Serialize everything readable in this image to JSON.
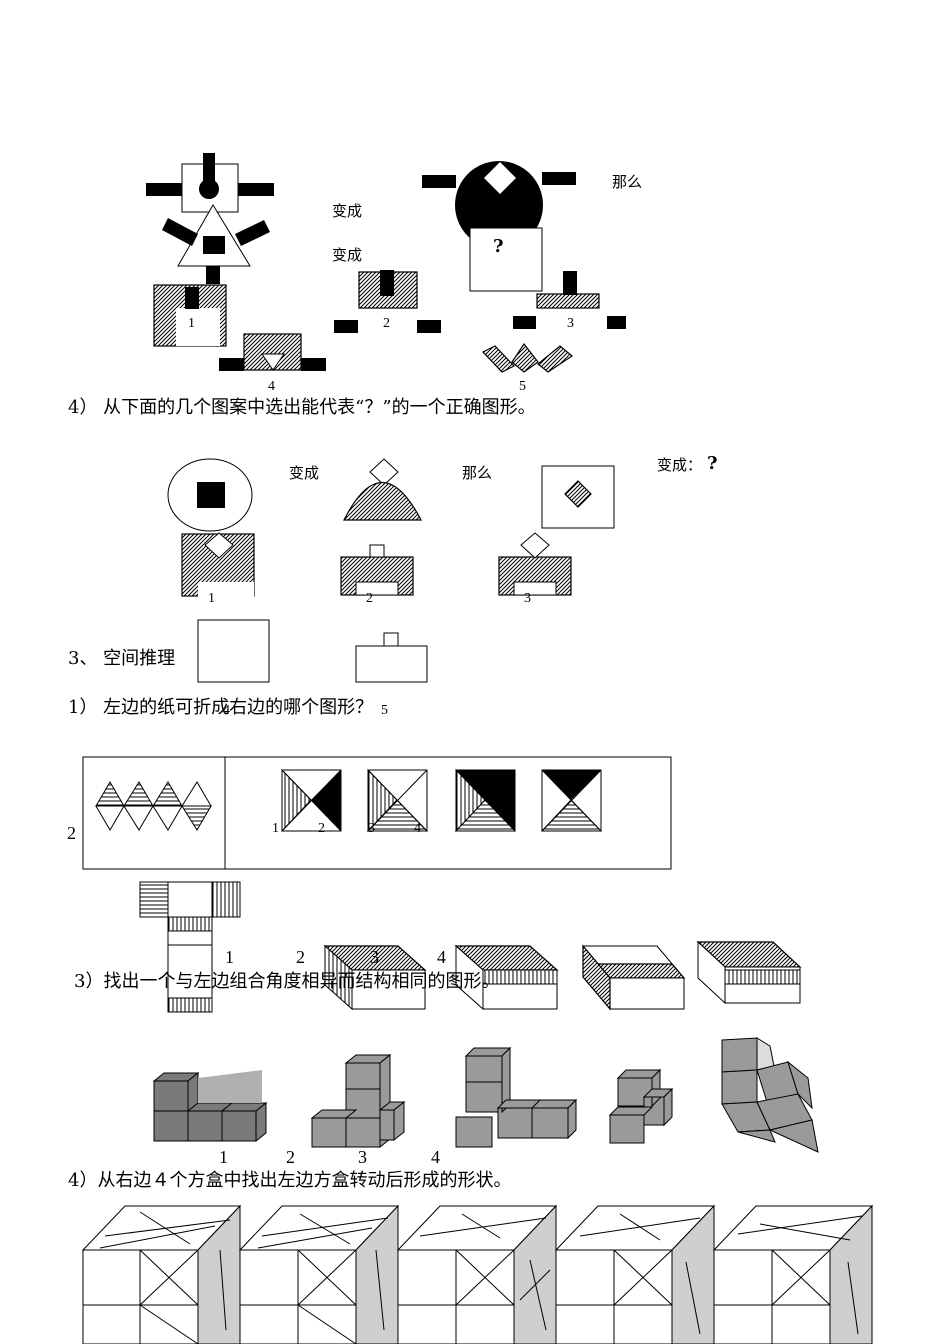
{
  "section_a": {
    "verb1": "变成",
    "verb2": "变成",
    "then": "那么",
    "question_mark": "?",
    "option_numbers": [
      "1",
      "2",
      "3",
      "4",
      "5"
    ]
  },
  "q4": {
    "text": "4）  从下面的几个图案中选出能代表“？”的一个正确图形。"
  },
  "section_b": {
    "verb": "变成",
    "then": "那么",
    "verb_q": "变成：",
    "question_mark": "?",
    "option_numbers": [
      "1",
      "2",
      "3",
      "4",
      "5"
    ]
  },
  "sec3": {
    "heading": "3、  空间推理",
    "q1": "1）  左边的纸可折成右边的哪个图形？"
  },
  "q2": {
    "label": "2",
    "option_numbers": [
      "1",
      "2",
      "3",
      "4"
    ]
  },
  "q3": {
    "text": "3）找出一个与左边组合角度相异而结构相同的图形。",
    "option_numbers": [
      "1",
      "2",
      "3",
      "4"
    ]
  },
  "cubes": {
    "option_numbers": [
      "1",
      "2",
      "3",
      "4"
    ]
  },
  "q4b": {
    "text": "4）从右边４个方盒中找出左边方盒转动后形成的形状。"
  }
}
